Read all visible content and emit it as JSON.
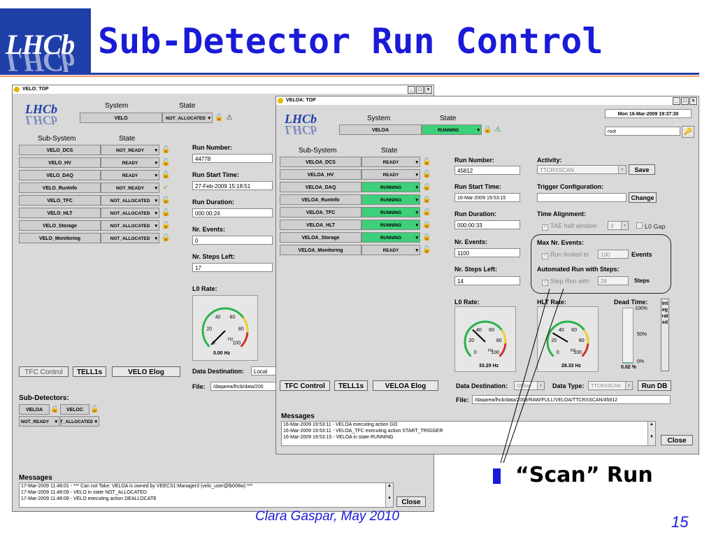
{
  "slide": {
    "title": "Sub-Detector Run Control",
    "logo_text": "LHCb",
    "footer": "Clara Gaspar, May 2010",
    "page_number": "15",
    "bullet_text": "“Scan” Run"
  },
  "velo_window": {
    "title": "VELO: TOP",
    "system_header": "System",
    "state_header": "State",
    "system_name": "VELO",
    "system_state": "NOT_ALLOCATED",
    "subsystem_header": "Sub-System",
    "substate_header": "State",
    "subsystems": [
      {
        "name": "VELO_DCS",
        "state": "NOT_READY"
      },
      {
        "name": "VELO_HV",
        "state": "READY"
      },
      {
        "name": "VELO_DAQ",
        "state": "READY"
      },
      {
        "name": "VELO_RunInfo",
        "state": "NOT_READY"
      },
      {
        "name": "VELO_TFC",
        "state": "NOT_ALLOCATED"
      },
      {
        "name": "VELO_HLT",
        "state": "NOT_ALLOCATED"
      },
      {
        "name": "VELO_Storage",
        "state": "NOT_ALLOCATED"
      },
      {
        "name": "VELO_Monitoring",
        "state": "NOT_ALLOCATED"
      }
    ],
    "run_number_label": "Run Number:",
    "run_number": "44778",
    "run_start_label": "Run Start Time:",
    "run_start": "27-Feb-2009 15:18:51",
    "run_duration_label": "Run Duration:",
    "run_duration": "000:00:24",
    "nr_events_label": "Nr. Events:",
    "nr_events": "0",
    "steps_left_label": "Nr. Steps Left:",
    "steps_left": "17",
    "l0_rate_label": "L0 Rate:",
    "l0_rate_value": "0.00 Hz",
    "gauge_ticks": [
      "20",
      "40",
      "60",
      "80",
      "100",
      "0"
    ],
    "gauge_unit": "Hz",
    "tfc_button": "TFC Control",
    "tell1s_button": "TELL1s",
    "elog_button": "VELO Elog",
    "data_dest_label": "Data Destination:",
    "data_dest": "Local",
    "file_label": "File:",
    "file_value": "/daqarea/lhcb/data/200",
    "subdetectors_label": "Sub-Detectors:",
    "subdetectors": [
      {
        "name": "VELOA",
        "state": "NOT_READY"
      },
      {
        "name": "VELOC",
        "state": "NOT_ALLOCATED"
      }
    ],
    "messages_label": "Messages",
    "messages": [
      "17-Mar-2009 11:48:01 - *** Can not Take: VELOA is owned by VEECS1:Manager3 (velo_user@lb008w) ***",
      "17-Mar-2009 11:48:09 - VELO in state NOT_ALLOCATED",
      "17-Mar-2009 11:48:09 - VELO executing action DEALLOCATE"
    ],
    "close_button": "Close"
  },
  "veloa_window": {
    "title": "VELOA: TOP",
    "date_time": "Mon 16-Mar-2009  19:37:30",
    "user": "root",
    "system_header": "System",
    "state_header": "State",
    "system_name": "VELOA",
    "system_state": "RUNNING",
    "subsystem_header": "Sub-System",
    "substate_header": "State",
    "subsystems": [
      {
        "name": "VELOA_DCS",
        "state": "READY"
      },
      {
        "name": "VELOA_HV",
        "state": "READY"
      },
      {
        "name": "VELOA_DAQ",
        "state": "RUNNING"
      },
      {
        "name": "VELOA_RunInfo",
        "state": "RUNNING"
      },
      {
        "name": "VELOA_TFC",
        "state": "RUNNING"
      },
      {
        "name": "VELOA_HLT",
        "state": "RUNNING"
      },
      {
        "name": "VELOA_Storage",
        "state": "RUNNING"
      },
      {
        "name": "VELOA_Monitoring",
        "state": "READY"
      }
    ],
    "run_number_label": "Run Number:",
    "run_number": "45812",
    "run_start_label": "Run Start Time:",
    "run_start": "16-Mar-2009 19:53:15",
    "run_duration_label": "Run Duration:",
    "run_duration": "000:00:33",
    "nr_events_label": "Nr. Events:",
    "nr_events": "1100",
    "steps_left_label": "Nr. Steps Left:",
    "steps_left": "14",
    "activity_label": "Activity:",
    "activity": "TTCRXSCAN",
    "save_button": "Save",
    "trigger_config_label": "Trigger Configuration:",
    "trigger_config": "",
    "change_button": "Change",
    "time_alignment_label": "Time Alignment:",
    "tae_label": "TAE half window",
    "tae_value": "3",
    "l0gap_label": "L0 Gap",
    "max_events_label": "Max Nr. Events:",
    "run_limited_label": "Run limited to",
    "run_limited_value": "100",
    "events_label": "Events",
    "automated_label": "Automated Run with Steps:",
    "step_run_label": "Step Run with",
    "step_run_value": "26",
    "steps_label": "Steps",
    "l0_rate_label": "L0 Rate:",
    "l0_rate_value": "33.29 Hz",
    "hlt_rate_label": "HLT Rate:",
    "hlt_rate_value": "28.33 Hz",
    "dead_time_label": "Dead Time:",
    "dead_time_value": "0.02 %",
    "dead_ticks": [
      "100%",
      "50%",
      "0%"
    ],
    "integrated_label": "Integrated",
    "gauge_ticks": [
      "20",
      "40",
      "60",
      "80",
      "100",
      "0"
    ],
    "gauge_unit": "Hz",
    "tfc_button": "TFC Control",
    "tell1s_button": "TELL1s",
    "elog_button": "VELOA Elog",
    "data_dest_label": "Data Destination:",
    "data_dest": "Offline",
    "data_type_label": "Data Type:",
    "data_type": "TTCRXSCAN",
    "rundb_button": "Run DB",
    "file_label": "File:",
    "file_value": "/daqarea/lhcb/data/2009/RAW/FULL/VELOA/TTCRXSCAN/45812",
    "messages_label": "Messages",
    "messages": [
      "16-Mar-2009 19:53:11 - VELOA executing action GO",
      "16-Mar-2009 19:53:11 - VELOA_TFC executing action START_TRIGGER",
      "16-Mar-2009 19:53:15 - VELOA in state RUNNING"
    ],
    "close_button": "Close"
  },
  "colors": {
    "title_blue": "#1a1ad8",
    "logo_blue": "#1f3fa8",
    "running_green": "#3ecf7a",
    "accent_orange": "#ff9a66"
  },
  "gauges": {
    "velo_l0_fraction": 0.0,
    "veloa_l0_fraction": 0.33,
    "veloa_hlt_fraction": 0.28,
    "veloa_dead_fraction": 0.0002
  }
}
